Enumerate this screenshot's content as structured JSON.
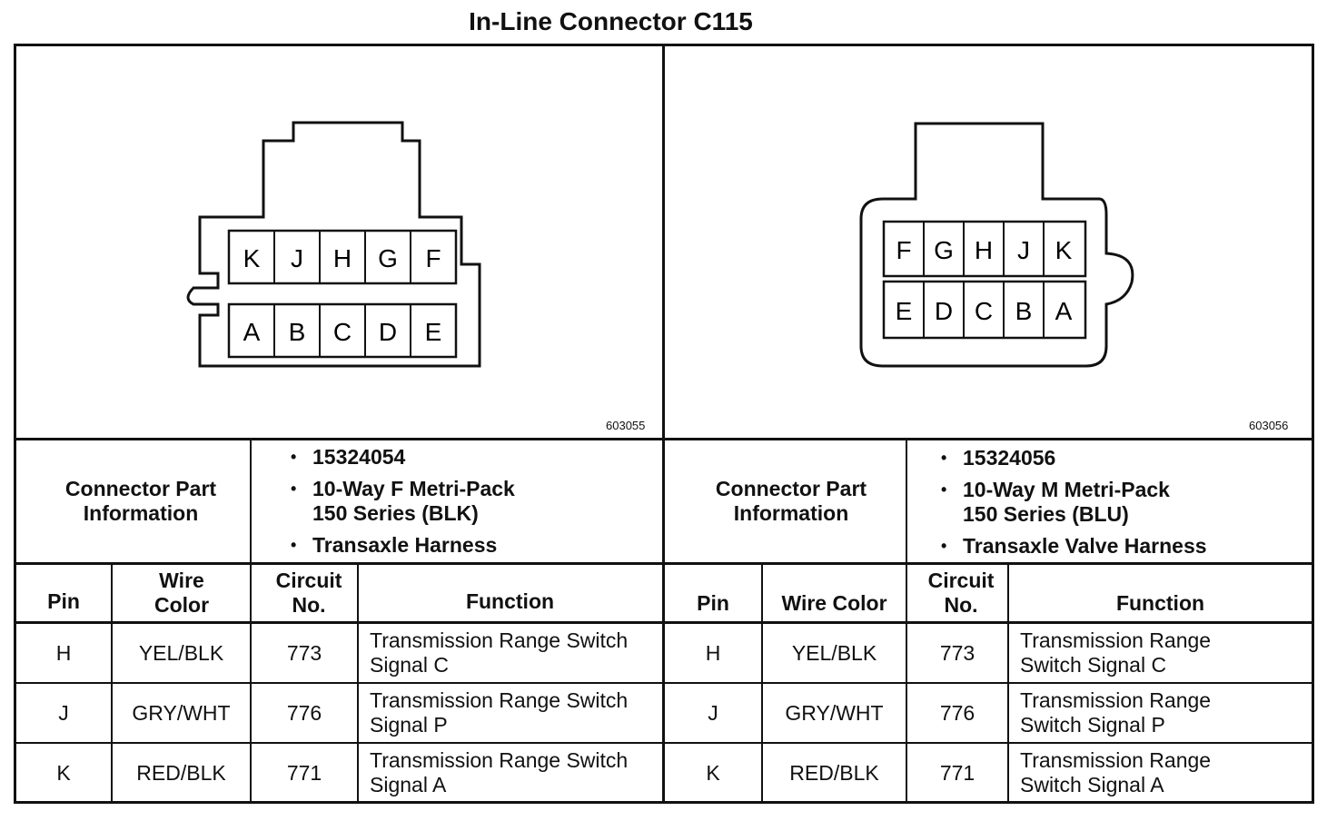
{
  "title": "In-Line Connector C115",
  "left": {
    "image_id": "603055",
    "pins_top": [
      "K",
      "J",
      "H",
      "G",
      "F"
    ],
    "pins_bottom": [
      "A",
      "B",
      "C",
      "D",
      "E"
    ],
    "info_label": "Connector Part Information",
    "info_items": [
      "15324054",
      "10-Way F Metri-Pack 150 Series (BLK)",
      "Transaxle Harness"
    ],
    "headers": {
      "pin": "Pin",
      "wire": "Wire Color",
      "circuit": "Circuit No.",
      "function": "Function"
    },
    "rows": [
      {
        "pin": "H",
        "wire": "YEL/BLK",
        "circuit": "773",
        "function": "Transmission Range Switch Signal C"
      },
      {
        "pin": "J",
        "wire": "GRY/WHT",
        "circuit": "776",
        "function": "Transmission Range Switch Signal P"
      },
      {
        "pin": "K",
        "wire": "RED/BLK",
        "circuit": "771",
        "function": "Transmission Range Switch Signal A"
      }
    ]
  },
  "right": {
    "image_id": "603056",
    "pins_top": [
      "F",
      "G",
      "H",
      "J",
      "K"
    ],
    "pins_bottom": [
      "E",
      "D",
      "C",
      "B",
      "A"
    ],
    "info_label": "Connector Part Information",
    "info_items": [
      "15324056",
      "10-Way M Metri-Pack 150 Series (BLU)",
      "Transaxle Valve Harness"
    ],
    "headers": {
      "pin": "Pin",
      "wire": "Wire Color",
      "circuit": "Circuit No.",
      "function": "Function"
    },
    "rows": [
      {
        "pin": "H",
        "wire": "YEL/BLK",
        "circuit": "773",
        "function": "Transmission Range Switch Signal C"
      },
      {
        "pin": "J",
        "wire": "GRY/WHT",
        "circuit": "776",
        "function": "Transmission Range Switch Signal P"
      },
      {
        "pin": "K",
        "wire": "RED/BLK",
        "circuit": "771",
        "function": "Transmission Range Switch Signal A"
      }
    ]
  }
}
